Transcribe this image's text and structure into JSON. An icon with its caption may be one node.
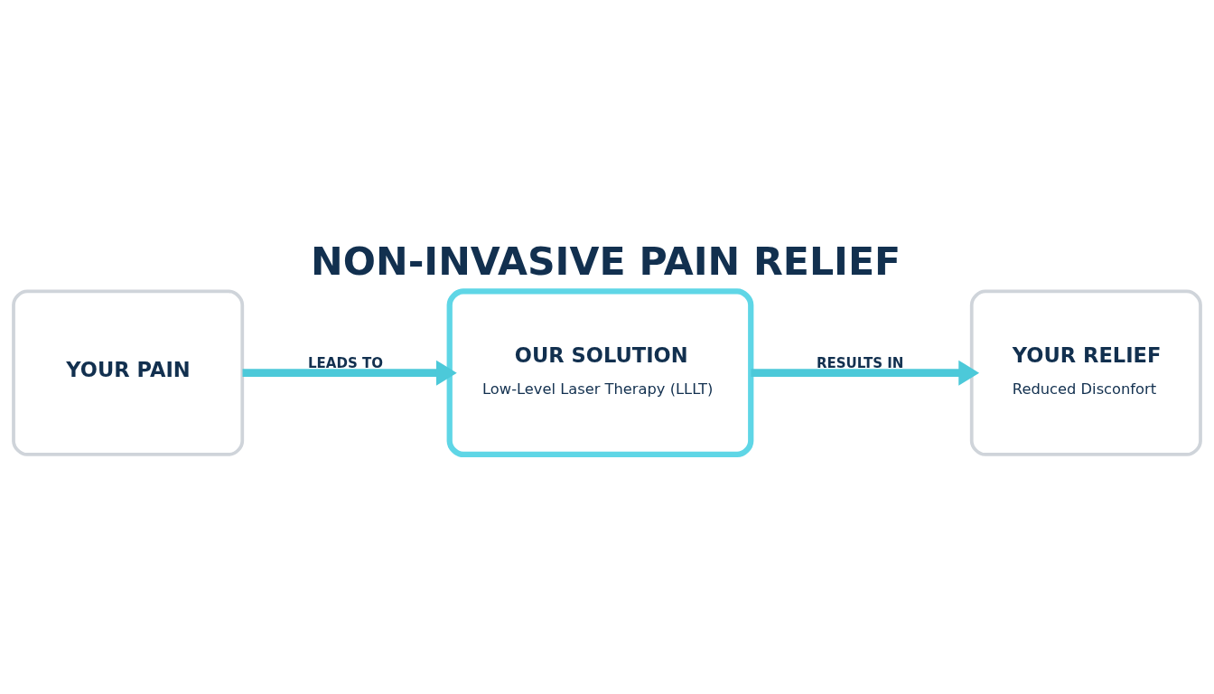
{
  "diagram": {
    "title": "NON-INVASIVE PAIN RELIEF",
    "nodes": [
      {
        "text": [
          "YOUR PAIN"
        ]
      },
      {
        "text": [
          "OUR SOLUTION",
          "Low-Level Laser Therapy (LLLT)"
        ]
      },
      {
        "text": [
          "YOUR RELIEF",
          "Reduced Disconfort"
        ]
      }
    ],
    "edges": [
      {
        "from": 0,
        "to": 1,
        "arrow": "to",
        "label": "LEADS TO"
      },
      {
        "from": 1,
        "to": 2,
        "arrow": "to",
        "label": "RESULTS IN"
      }
    ]
  }
}
